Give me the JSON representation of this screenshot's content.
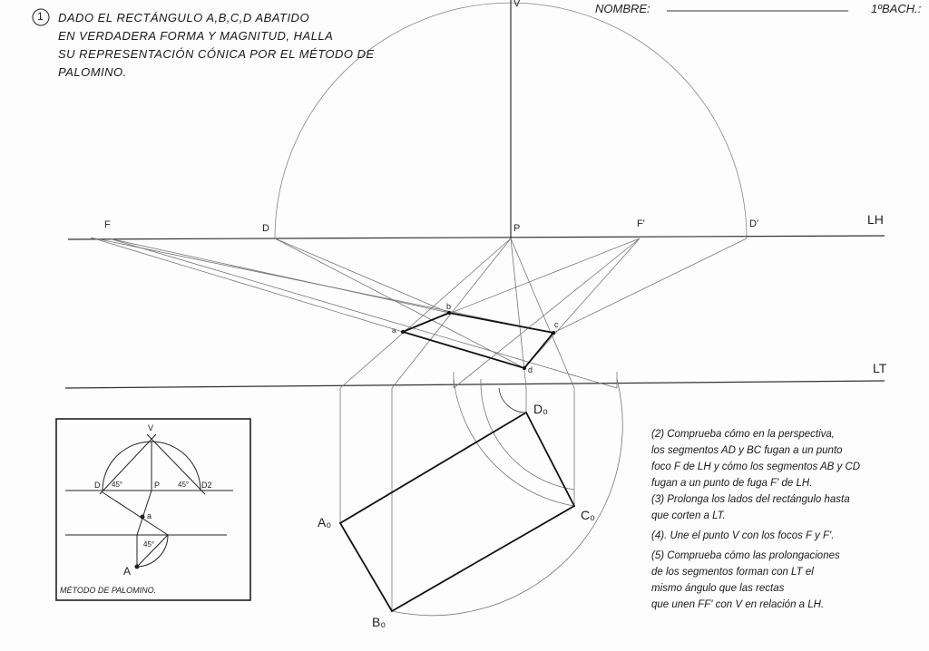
{
  "header": {
    "name_label": "NOMBRE:",
    "course": "1ºBACH.:"
  },
  "exercise": {
    "number": "1",
    "lines": [
      "DADO EL RECTÁNGULO A,B,C,D ABATIDO",
      "EN VERDADERA FORMA Y MAGNITUD, HALLA",
      "SU REPRESENTACIÓN CÓNICA POR EL MÉTODO DE",
      "PALOMINO."
    ]
  },
  "labels": {
    "V": "V",
    "F": "F",
    "D": "D",
    "P": "P",
    "F_prime": "F'",
    "D_prime": "D'",
    "LH": "LH",
    "LT": "LT",
    "a": "a",
    "b": "b",
    "c": "c",
    "d": "d",
    "A0": "A₀",
    "B0": "B₀",
    "C0": "C₀",
    "D0": "D₀"
  },
  "inset": {
    "caption": "MÉTODO DE PALOMINO.",
    "labels": {
      "V": "V",
      "D": "D",
      "P": "P",
      "D2": "D2",
      "a": "a",
      "A": "A",
      "angle": "45°"
    }
  },
  "notes": [
    "(2) Comprueba cómo en la perspectiva,",
    "los segmentos AD y BC fugan a un punto",
    "foco F de LH y cómo los segmentos AB y CD",
    "fugan a un punto de fuga F' de LH.",
    "(3) Prolonga los lados del rectángulo hasta",
    "que corten a LT.",
    "(4). Une el punto V con los focos F y F'.",
    "(5) Comprueba cómo las prolongaciones",
    "de los segmentos forman con LT el",
    "mismo ángulo que las rectas",
    "que unen FF' con V en relación a LH."
  ]
}
